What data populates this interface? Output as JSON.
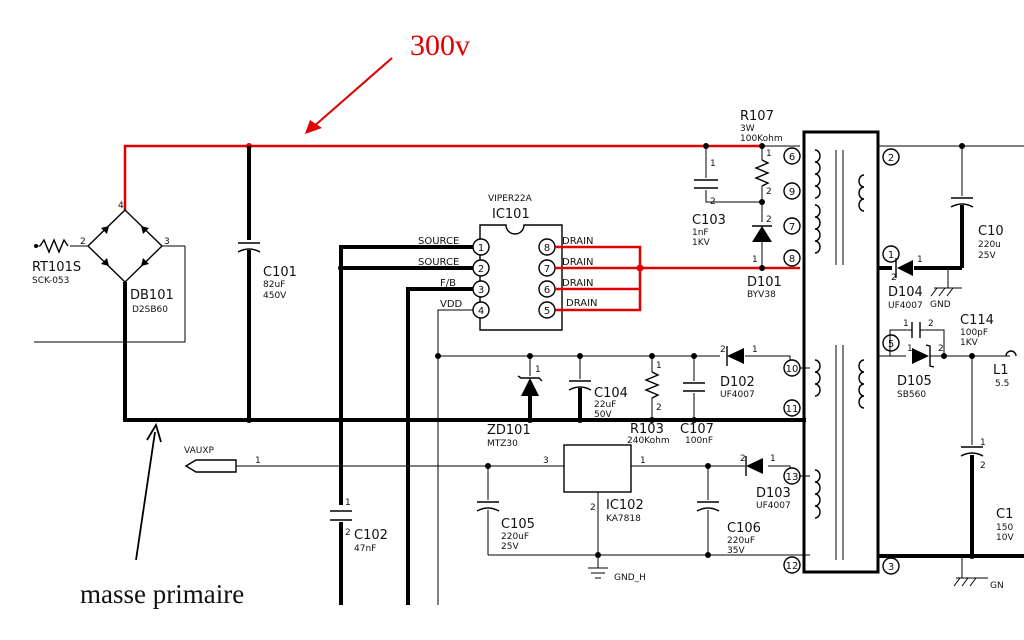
{
  "annotations": {
    "voltage": "300v",
    "ground_note": "masse primaire",
    "color": "#e00000"
  },
  "ic101": {
    "part": "VIPER22A",
    "ref": "IC101",
    "pins": [
      {
        "num": "1",
        "name": "SOURCE"
      },
      {
        "num": "2",
        "name": "SOURCE"
      },
      {
        "num": "3",
        "name": "F/B"
      },
      {
        "num": "4",
        "name": "VDD"
      },
      {
        "num": "8",
        "name": "DRAIN"
      },
      {
        "num": "7",
        "name": "DRAIN"
      },
      {
        "num": "6",
        "name": "DRAIN"
      },
      {
        "num": "5",
        "name": "DRAIN"
      }
    ]
  },
  "components": {
    "rt101": {
      "ref": "RT101S",
      "value": "SCK-053"
    },
    "db101": {
      "ref": "DB101",
      "value": "D2SB60"
    },
    "c101": {
      "ref": "C101",
      "value1": "82uF",
      "value2": "450V"
    },
    "r107": {
      "ref": "R107",
      "value1": "3W",
      "value2": "100Kohm"
    },
    "c103": {
      "ref": "C103",
      "value1": "1nF",
      "value2": "1KV"
    },
    "d101": {
      "ref": "D101",
      "value": "BYV38"
    },
    "zd101": {
      "ref": "ZD101",
      "value": "MTZ30"
    },
    "c104": {
      "ref": "C104",
      "value1": "22uF",
      "value2": "50V"
    },
    "r103": {
      "ref": "R103",
      "value": "240Kohm"
    },
    "c107": {
      "ref": "C107",
      "value": "100nF"
    },
    "d102": {
      "ref": "D102",
      "value": "UF4007"
    },
    "c102": {
      "ref": "C102",
      "value": "47nF"
    },
    "c105": {
      "ref": "C105",
      "value1": "220uF",
      "value2": "25V"
    },
    "ic102": {
      "ref": "IC102",
      "value": "KA7818"
    },
    "c106": {
      "ref": "C106",
      "value1": "220uF",
      "value2": "35V"
    },
    "d103": {
      "ref": "D103",
      "value": "UF4007"
    },
    "d104": {
      "ref": "D104",
      "value": "UF4007"
    },
    "c114": {
      "ref": "C114",
      "value1": "100pF",
      "value2": "1KV"
    },
    "d105": {
      "ref": "D105",
      "value": "SB560"
    },
    "c10x": {
      "ref": "C10",
      "value1": "220u",
      "value2": "25V"
    },
    "l1": {
      "ref": "L1",
      "value": "5.5"
    },
    "c1x": {
      "ref": "C1",
      "value1": "150",
      "value2": "10V"
    }
  },
  "transformer_pins": [
    "6",
    "9",
    "7",
    "8",
    "10",
    "11",
    "13",
    "12",
    "2",
    "1",
    "5",
    "3"
  ],
  "labels": {
    "vauxp": "VAUXP",
    "gnd": "GND",
    "gnd_h": "GND_H",
    "gnd_right": "GN"
  },
  "pin_marks": {
    "one": "1",
    "two": "2",
    "three": "3"
  }
}
